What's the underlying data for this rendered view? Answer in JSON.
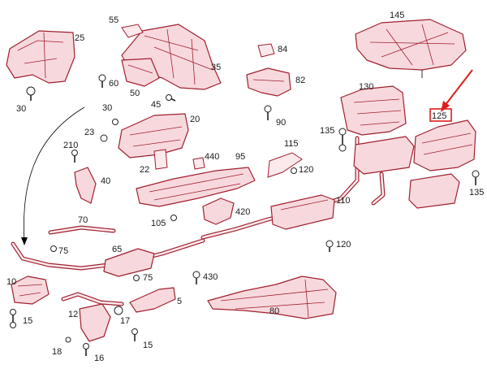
{
  "highlight": {
    "label": "125",
    "color": "#e01c1c"
  },
  "colors": {
    "part_outline": "#a11f2f",
    "part_fill": "#f7d9dd",
    "text": "#1a1a1a"
  },
  "labels": {
    "l55": "55",
    "l25": "25",
    "l145": "145",
    "l84": "84",
    "l35": "35",
    "l60": "60",
    "l50": "50",
    "l82": "82",
    "l30a": "30",
    "l130": "130",
    "l45": "45",
    "l30b": "30",
    "l90": "90",
    "l20": "20",
    "l23": "23",
    "l125": "125",
    "l135a": "135",
    "l210": "210",
    "l440": "440",
    "l95": "95",
    "l115": "115",
    "l22": "22",
    "l40": "40",
    "l120a": "120",
    "l135b": "135",
    "l110": "110",
    "l420": "420",
    "l105": "105",
    "l70": "70",
    "l75a": "75",
    "l120b": "120",
    "l65": "65",
    "l10": "10",
    "l75b": "75",
    "l430": "430",
    "l15a": "15",
    "l12": "12",
    "l5": "5",
    "l80": "80",
    "l17": "17",
    "l18": "18",
    "l16": "16",
    "l15b": "15"
  }
}
